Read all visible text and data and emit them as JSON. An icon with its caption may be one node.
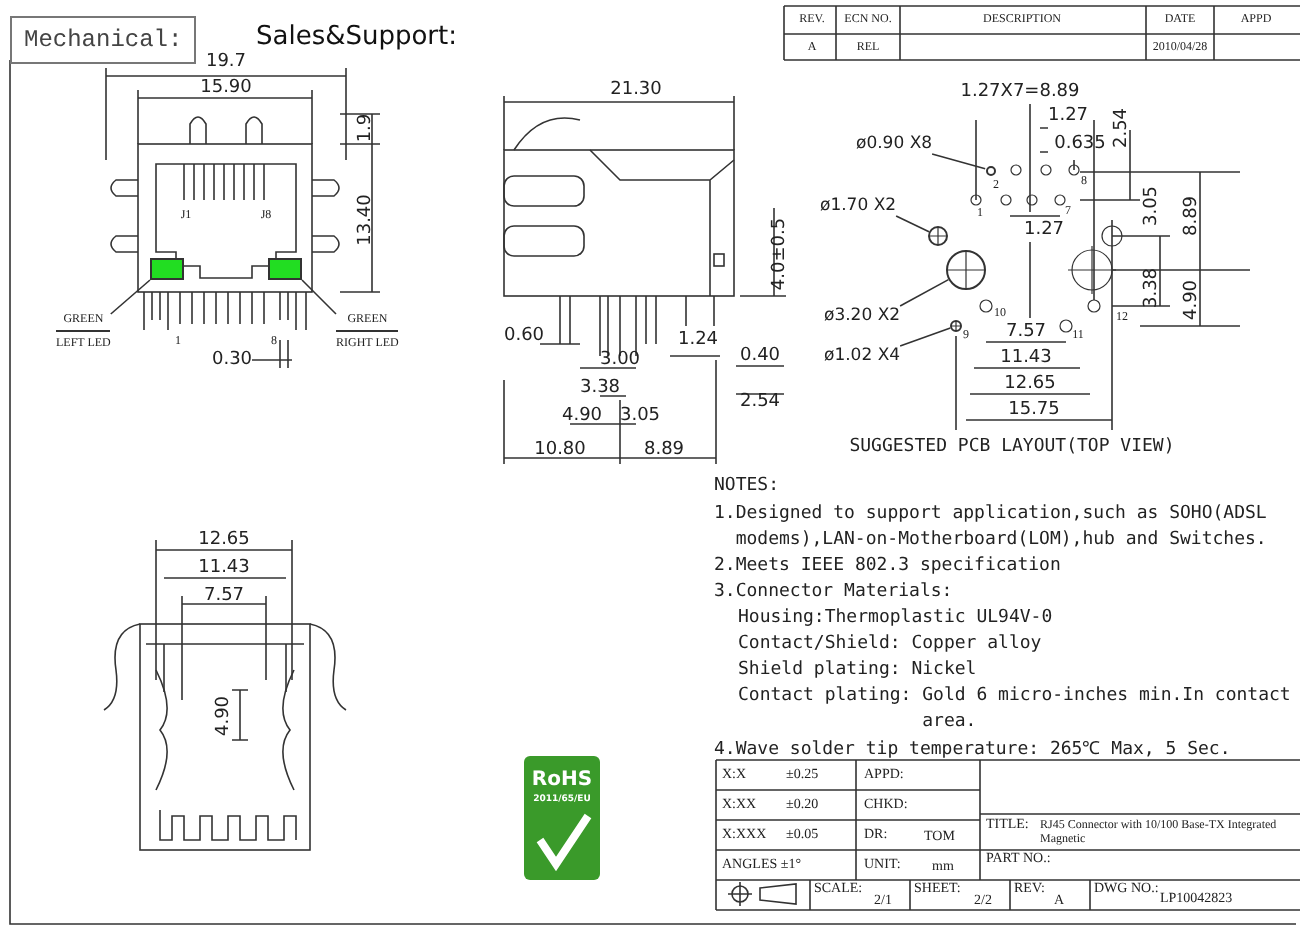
{
  "diagram": {
    "nodes": [
      {
        "text": [
          "GREEN",
          "LEFT LED"
        ]
      },
      {
        "text": [],
        "shape": "box"
      },
      {
        "text": [],
        "shape": "box"
      },
      {
        "text": [
          "GREEN",
          "RIGHT LED"
        ]
      },
      {
        "text": [
          "ø0.90 X8"
        ]
      },
      {
        "text": [],
        "shape": "circle"
      },
      {
        "text": [
          "ø1.70 X2"
        ]
      },
      {
        "text": [],
        "shape": "circle"
      },
      {
        "text": [
          "ø3.20 X2"
        ]
      },
      {
        "text": [],
        "shape": "circle"
      },
      {
        "text": [
          "ø1.02 X4"
        ]
      },
      {
        "text": [],
        "shape": "circle"
      }
    ],
    "edges": [
      {
        "from": 0,
        "to": 1,
        "arrow": "none"
      },
      {
        "from": 3,
        "to": 2,
        "arrow": "none"
      },
      {
        "from": 4,
        "to": 5,
        "arrow": "none"
      },
      {
        "from": 6,
        "to": 7,
        "arrow": "none"
      },
      {
        "from": 8,
        "to": 9,
        "arrow": "none"
      },
      {
        "from": 10,
        "to": 11,
        "arrow": "none"
      }
    ],
    "labels": [
      "Mechanical:",
      "Sales&Support:",
      "REV.",
      "ECN NO.",
      "DESCRIPTION",
      "DATE",
      "APPD",
      "A",
      "REL",
      "2010/04/28",
      "19.7",
      "15.90",
      "1.9",
      "13.40",
      "J1",
      "J8",
      "1",
      "8",
      "0.30",
      "21.30",
      "4.0±0.5",
      "0.60",
      "3.00",
      "1.24",
      "0.40",
      "3.38",
      "2.54",
      "4.90",
      "3.05",
      "10.80",
      "8.89",
      "1.27X7=8.89",
      "1.27",
      "0.635",
      "2.54",
      "2",
      "8",
      "1",
      "7",
      "1.27",
      "3.05",
      "8.89",
      "3.38",
      "4.90",
      "10",
      "12",
      "9",
      "11",
      "7.57",
      "11.43",
      "12.65",
      "15.75",
      "SUGGESTED PCB LAYOUT(TOP VIEW)",
      "NOTES:",
      "1.Designed to support application,such as SOHO(ADSL modems),LAN-on-Motherboard(LOM),hub and Switches.",
      "2.Meets IEEE 802.3 specification",
      "3.Connector Materials:",
      "Housing:Thermoplastic UL94V-0",
      "Contact/Shield: Copper alloy",
      "Shield plating: Nickel",
      "Contact plating: Gold 6 micro-inches min.In contact area.",
      "4.Wave solder tip temperature: 265℃ Max, 5 Sec.",
      "12.65",
      "11.43",
      "7.57",
      "4.90",
      "RoHS",
      "2011/65/EU",
      "X:X",
      "±0.25",
      "APPD:",
      "X:XX",
      "±0.20",
      "CHKD:",
      "TITLE:",
      "RJ45 Connector with 10/100 Base-TX Integrated Magnetic",
      "X:XXX",
      "±0.05",
      "DR:",
      "TOM",
      "ANGLES ±1°",
      "UNIT:",
      "mm",
      "PART NO.:",
      "SCALE:",
      "2/1",
      "SHEET:",
      "2/2",
      "REV:",
      "A",
      "DWG NO.:",
      "LP10042823"
    ]
  }
}
